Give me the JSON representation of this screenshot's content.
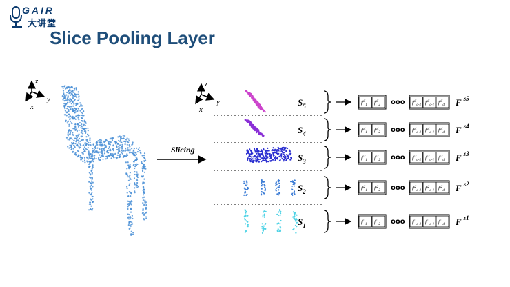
{
  "logo": {
    "brand": "GAIR",
    "subtitle": "大讲堂"
  },
  "title": "Slice Pooling Layer",
  "axes": {
    "z": "z",
    "x": "x",
    "y": "y"
  },
  "arrow_label": "Slicing",
  "slices": [
    {
      "label": "S",
      "sub": "5",
      "feat": "F",
      "feat_sup": "s5",
      "color": "#cc44cc"
    },
    {
      "label": "S",
      "sub": "4",
      "feat": "F",
      "feat_sup": "s4",
      "color": "#8a2fd6"
    },
    {
      "label": "S",
      "sub": "3",
      "feat": "F",
      "feat_sup": "s3",
      "color": "#2b2fd0"
    },
    {
      "label": "S",
      "sub": "2",
      "feat": "F",
      "feat_sup": "s2",
      "color": "#3a7bd5"
    },
    {
      "label": "S",
      "sub": "1",
      "feat": "F",
      "feat_sup": "s1",
      "color": "#4fd3e6"
    }
  ],
  "ellipsis": "ooo",
  "colors": {
    "chair": "#4a8fd6",
    "title": "#1f4e7a",
    "logo": "#0b3a6e"
  }
}
